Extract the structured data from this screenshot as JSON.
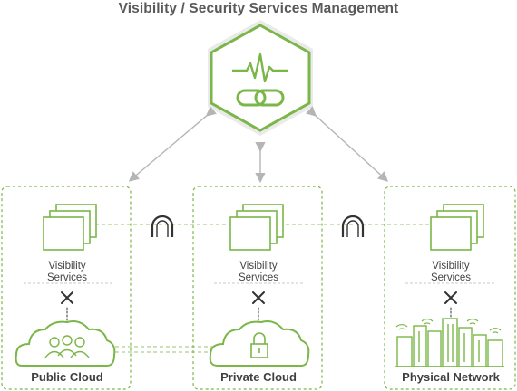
{
  "title": "Visibility / Security Services Management",
  "colors": {
    "green": "#7ab648",
    "gray": "#b5b5b5",
    "text": "#444444"
  },
  "hub": {
    "icons": [
      "pulse-icon",
      "chain-link-icon"
    ]
  },
  "sites": [
    {
      "name": "Public Cloud",
      "services_label_line1": "Visibility",
      "services_label_line2": "Services",
      "icon": "cloud-users-icon"
    },
    {
      "name": "Private Cloud",
      "services_label_line1": "Visibility",
      "services_label_line2": "Services",
      "icon": "cloud-lock-icon"
    },
    {
      "name": "Physical Network",
      "services_label_line1": "Visibility",
      "services_label_line2": "Services",
      "icon": "buildings-icon"
    }
  ],
  "connectors": [
    "magnet-link-icon",
    "magnet-link-icon"
  ]
}
